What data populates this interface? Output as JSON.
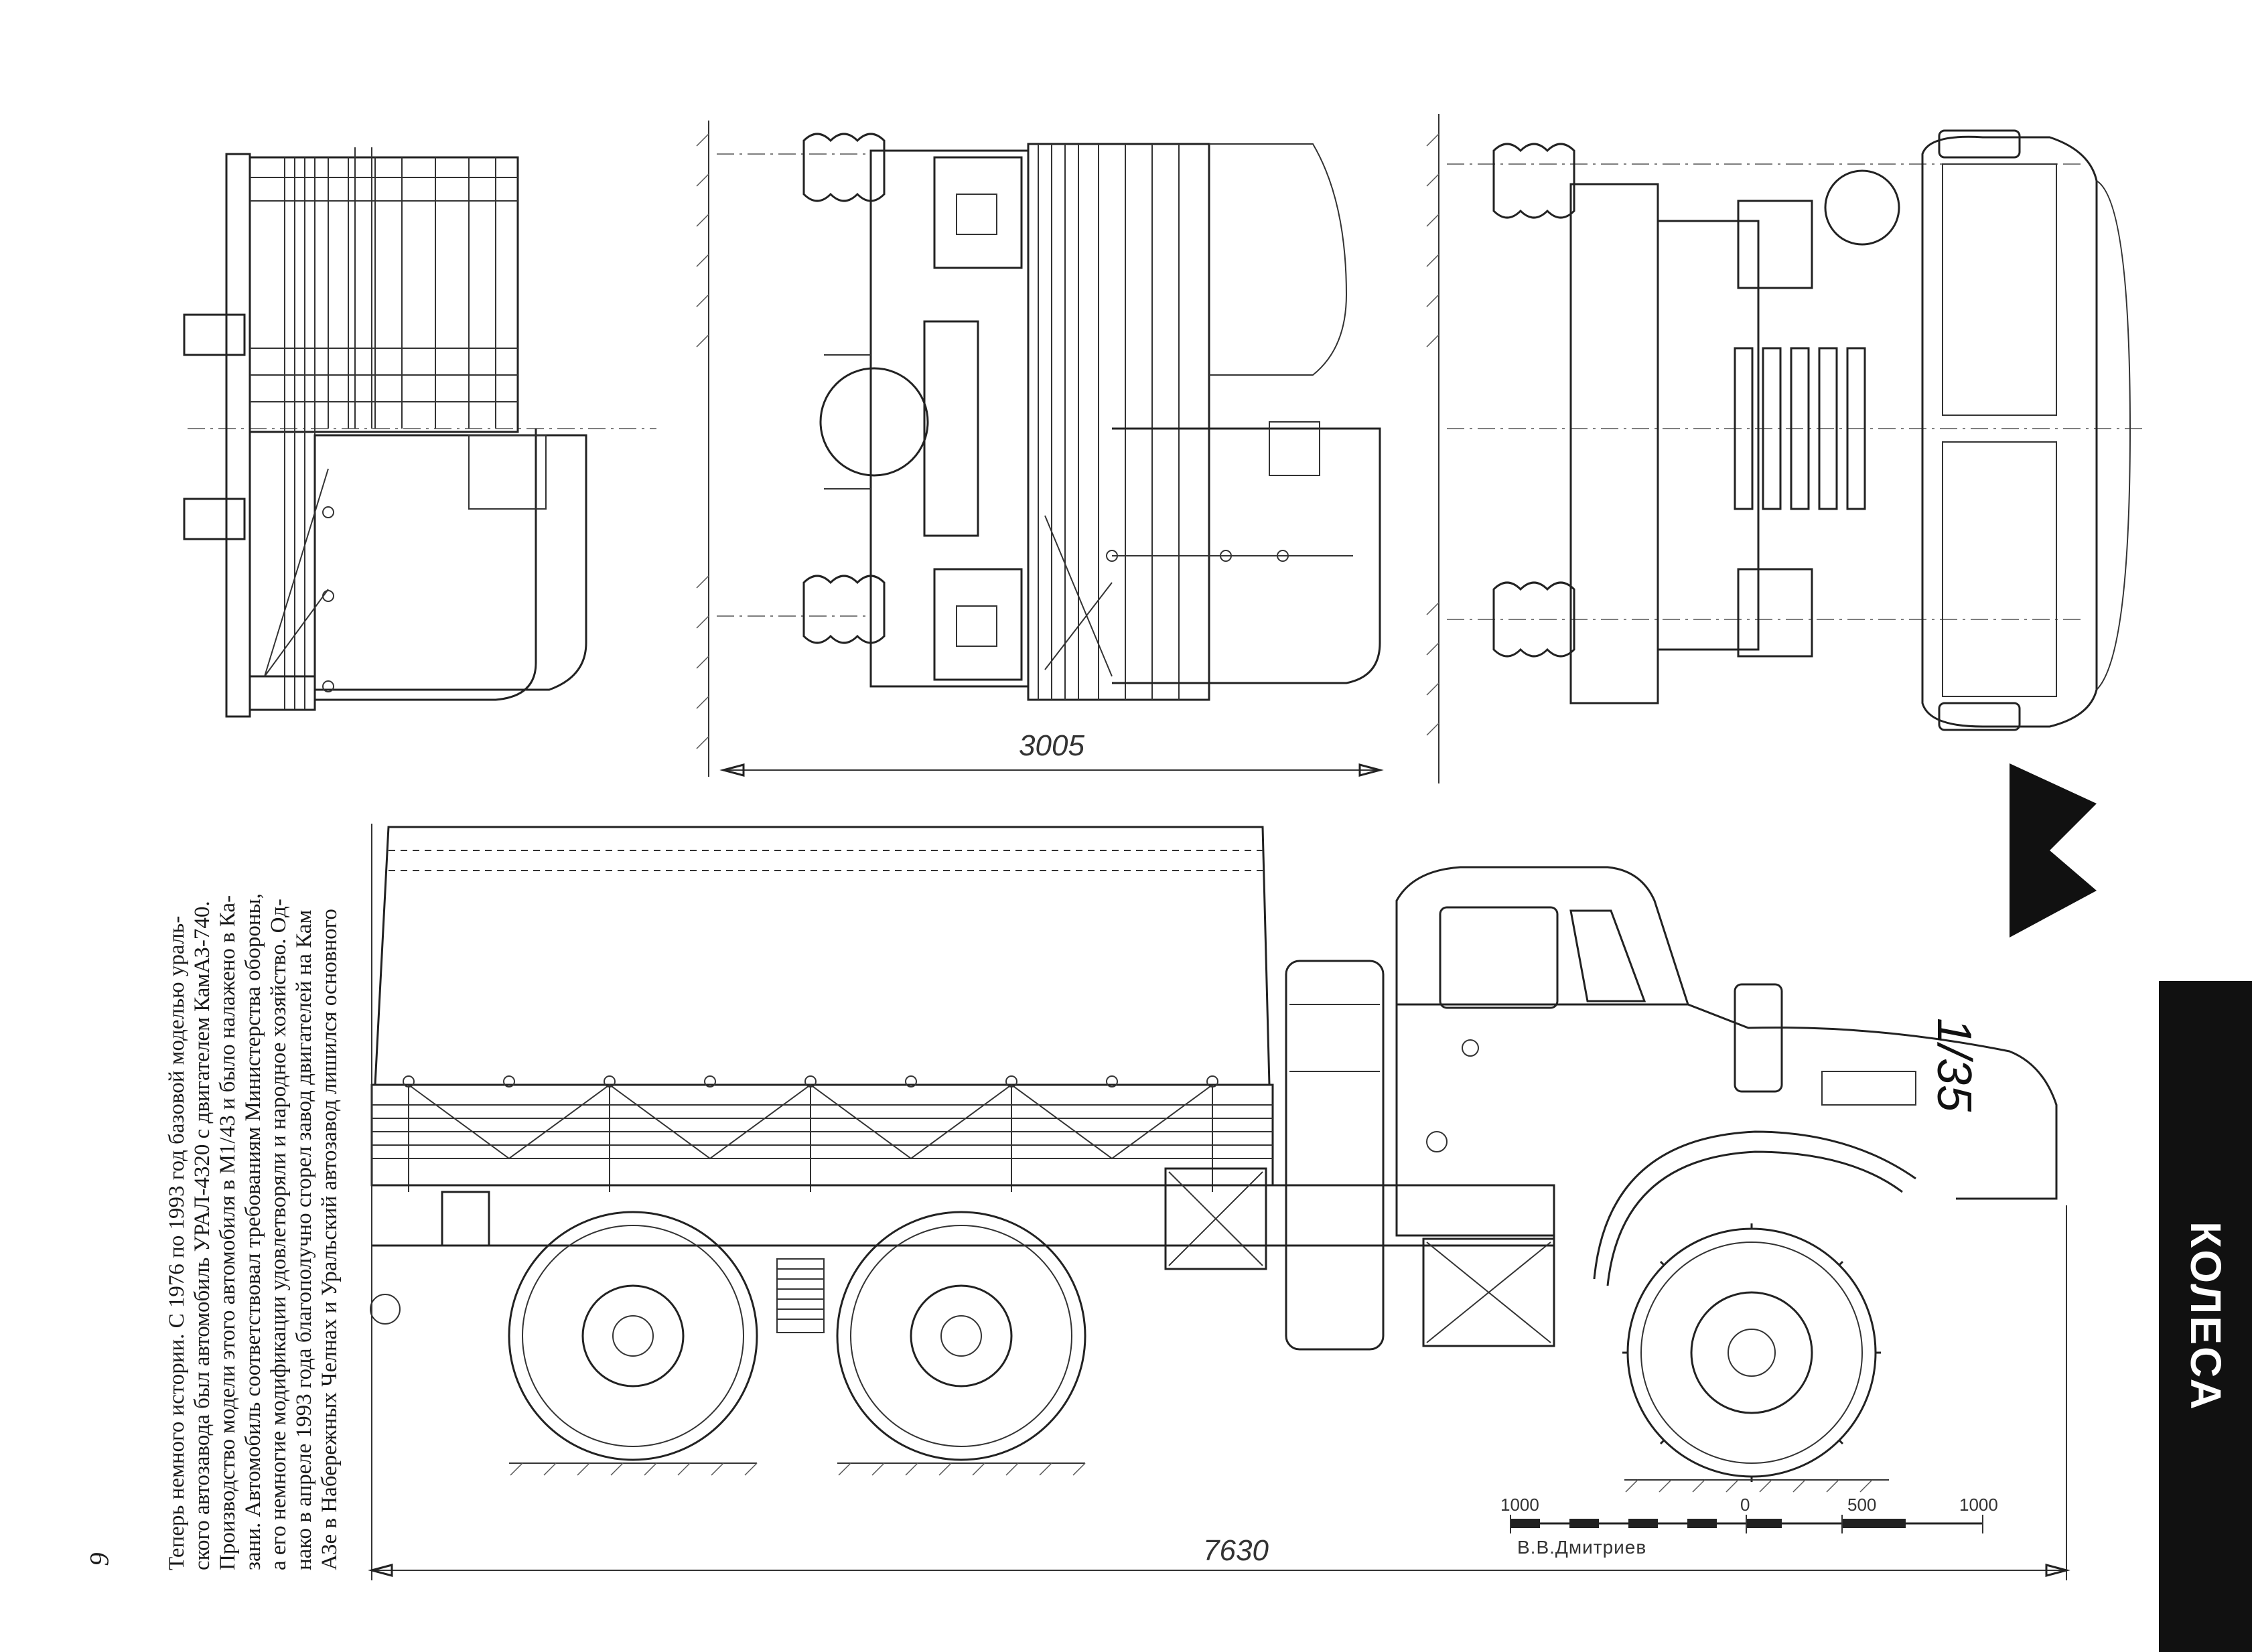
{
  "dimensions": {
    "track_width": "3005",
    "overall_length": "7630"
  },
  "scale": {
    "label": "1/35",
    "ticks": [
      "1000",
      "0",
      "500",
      "1000"
    ]
  },
  "author": "В.В.Дмитриев",
  "article": {
    "lines": [
      "Теперь немного истории. С 1976 по 1993 год базовой моделью ураль-",
      "ского автозавода был автомобиль УРАЛ-4320 с двигателем КамАЗ-740.",
      "Производство модели этого автомобиля в М1/43 и было налажено в Ка-",
      "зани. Автомобиль соответствовал требованиям Министерства обороны,",
      "а его немногие модификации удовлетворяли и народное хозяйство. Од-",
      "нако в апреле 1993 года благополучно сгорел завод двигателей на Кам",
      "АЗе в Набережных Челнах и Уральский автозавод лишился основного"
    ]
  },
  "page_number": "9",
  "section": "КОЛЕСА",
  "colors": {
    "sidebar": "#111111",
    "ink": "#222222"
  }
}
